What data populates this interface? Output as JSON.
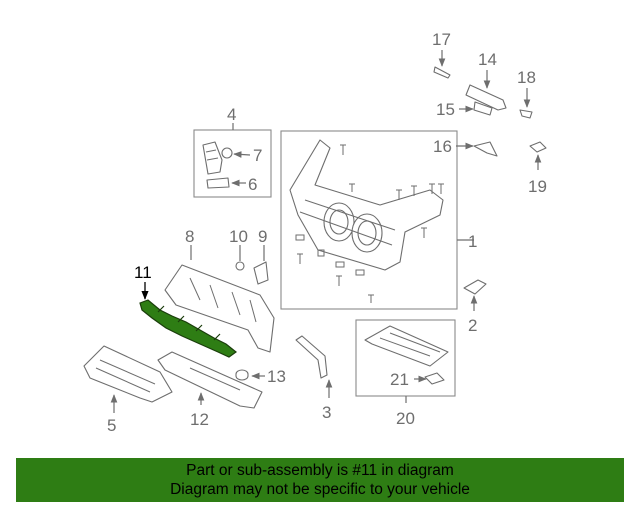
{
  "callouts": {
    "c1": "1",
    "c2": "2",
    "c3": "3",
    "c4": "4",
    "c5": "5",
    "c6": "6",
    "c7": "7",
    "c8": "8",
    "c9": "9",
    "c10": "10",
    "c11": "11",
    "c12": "12",
    "c13": "13",
    "c14": "14",
    "c15": "15",
    "c16": "16",
    "c17": "17",
    "c18": "18",
    "c19": "19",
    "c20": "20",
    "c21": "21"
  },
  "highlighted_part": "11",
  "colors": {
    "highlight": "#2e7d14",
    "line": "#6e6e6e",
    "banner": "#2e7d14"
  },
  "banner": {
    "line1": "Part or sub-assembly is #11 in diagram",
    "line2": "Diagram may not be specific to your vehicle"
  }
}
